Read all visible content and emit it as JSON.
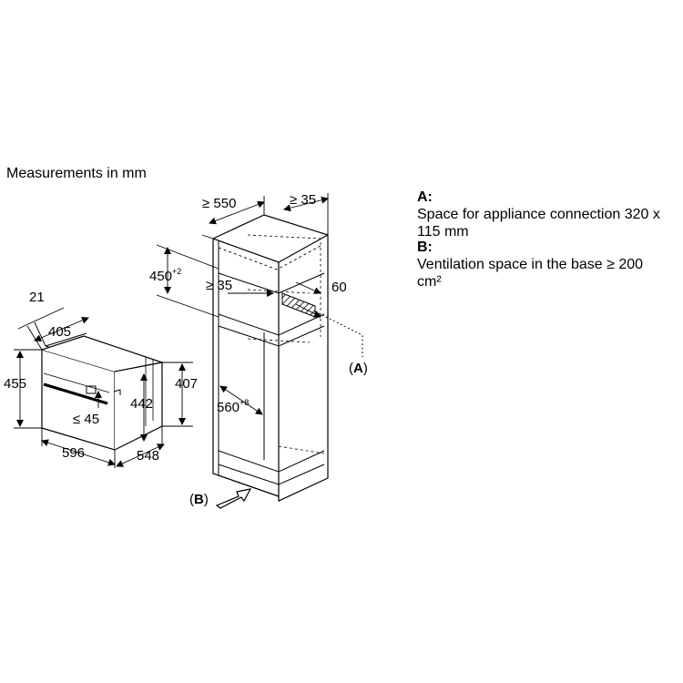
{
  "header": {
    "title": "Measurements in mm"
  },
  "legend": [
    {
      "key": "A:",
      "text": "Space for appliance connection 320 x 115 mm"
    },
    {
      "key": "B:",
      "text": "Ventilation space in the base ≥ 200 cm²"
    }
  ],
  "appliance": {
    "dim_depth_front": "21",
    "dim_top_depth": "405",
    "dim_height_outer": "455",
    "dim_height_inner": "442",
    "dim_height_right": "407",
    "dim_panel": "≤ 45",
    "dim_width": "596",
    "dim_depth": "548"
  },
  "cabinet": {
    "dim_depth": "≥ 550",
    "dim_side": "≥ 35",
    "dim_height_base": "450",
    "dim_height_sup": "+2",
    "dim_gap": "≥ 35",
    "dim_vent": "60",
    "dim_width_base": "560",
    "dim_width_sup": "+8",
    "label_a": "(A)",
    "label_b": "(B)",
    "label_a_key": "A",
    "label_b_key": "B"
  }
}
